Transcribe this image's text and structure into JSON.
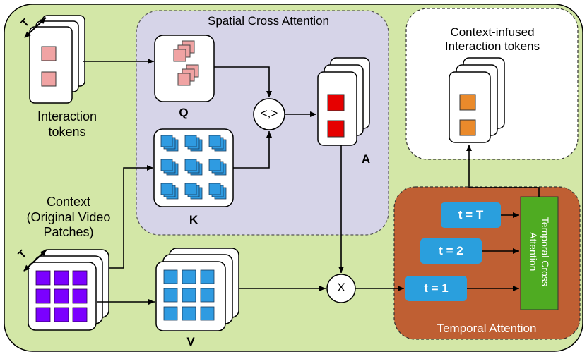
{
  "labels": {
    "spatial_title": "Spatial Cross Attention",
    "context_infused": [
      "Context-infused",
      "Interaction tokens"
    ],
    "interaction_tokens": [
      "Interaction",
      "tokens"
    ],
    "context": [
      "Context",
      "(Original Video",
      "Patches)"
    ],
    "q": "Q",
    "k": "K",
    "v": "V",
    "a": "A",
    "inner_product": "<,>",
    "multiply": "X",
    "temporal_title": "Temporal Attention",
    "temporal_cross": [
      "Temporal Cross",
      "Attention"
    ],
    "t_marker_top": "T",
    "t_marker_bottom": "T",
    "time_steps": [
      "t = T",
      "t = 2",
      "t = 1"
    ]
  },
  "colors": {
    "outer_bg": "#d3e7a7",
    "spatial_bg": "#d6d4e8",
    "temporal_bg": "#bf5f33",
    "green_bar": "#4fab22",
    "time_box": "#2a9fdd",
    "pink": "#f0a3a3",
    "red": "#e60000",
    "orange": "#ea8a2b",
    "blue_patch": "#2f9be1",
    "purple": "#7b00ff"
  }
}
